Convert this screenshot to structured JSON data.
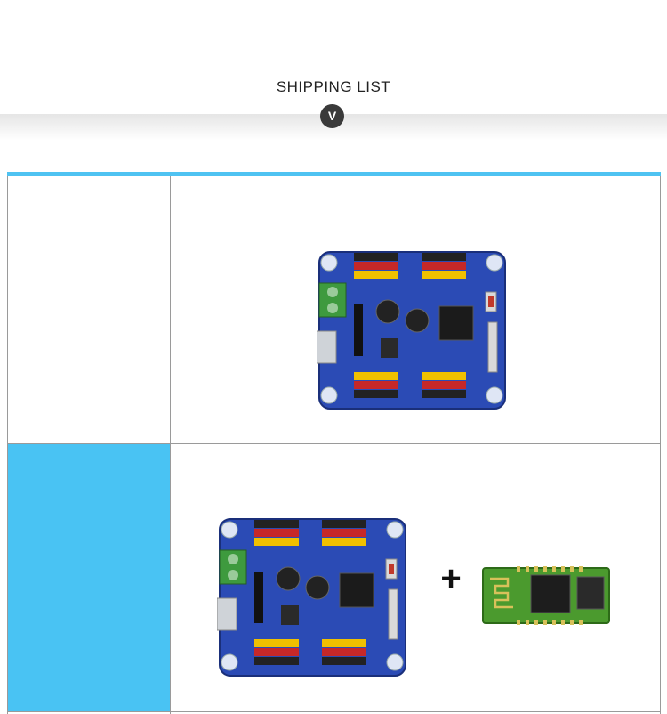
{
  "header": {
    "title": "SHIPPING LIST",
    "chevron_glyph": "V"
  },
  "rows": [
    {
      "label": "",
      "product": "servo-controller-board"
    },
    {
      "label": "",
      "product": "servo-controller-board-with-bluetooth-module",
      "plus_glyph": "+"
    }
  ],
  "colors": {
    "accent": "#4fc3f2",
    "board": "#2b4bb5",
    "bluetooth": "#4b9a2e"
  }
}
